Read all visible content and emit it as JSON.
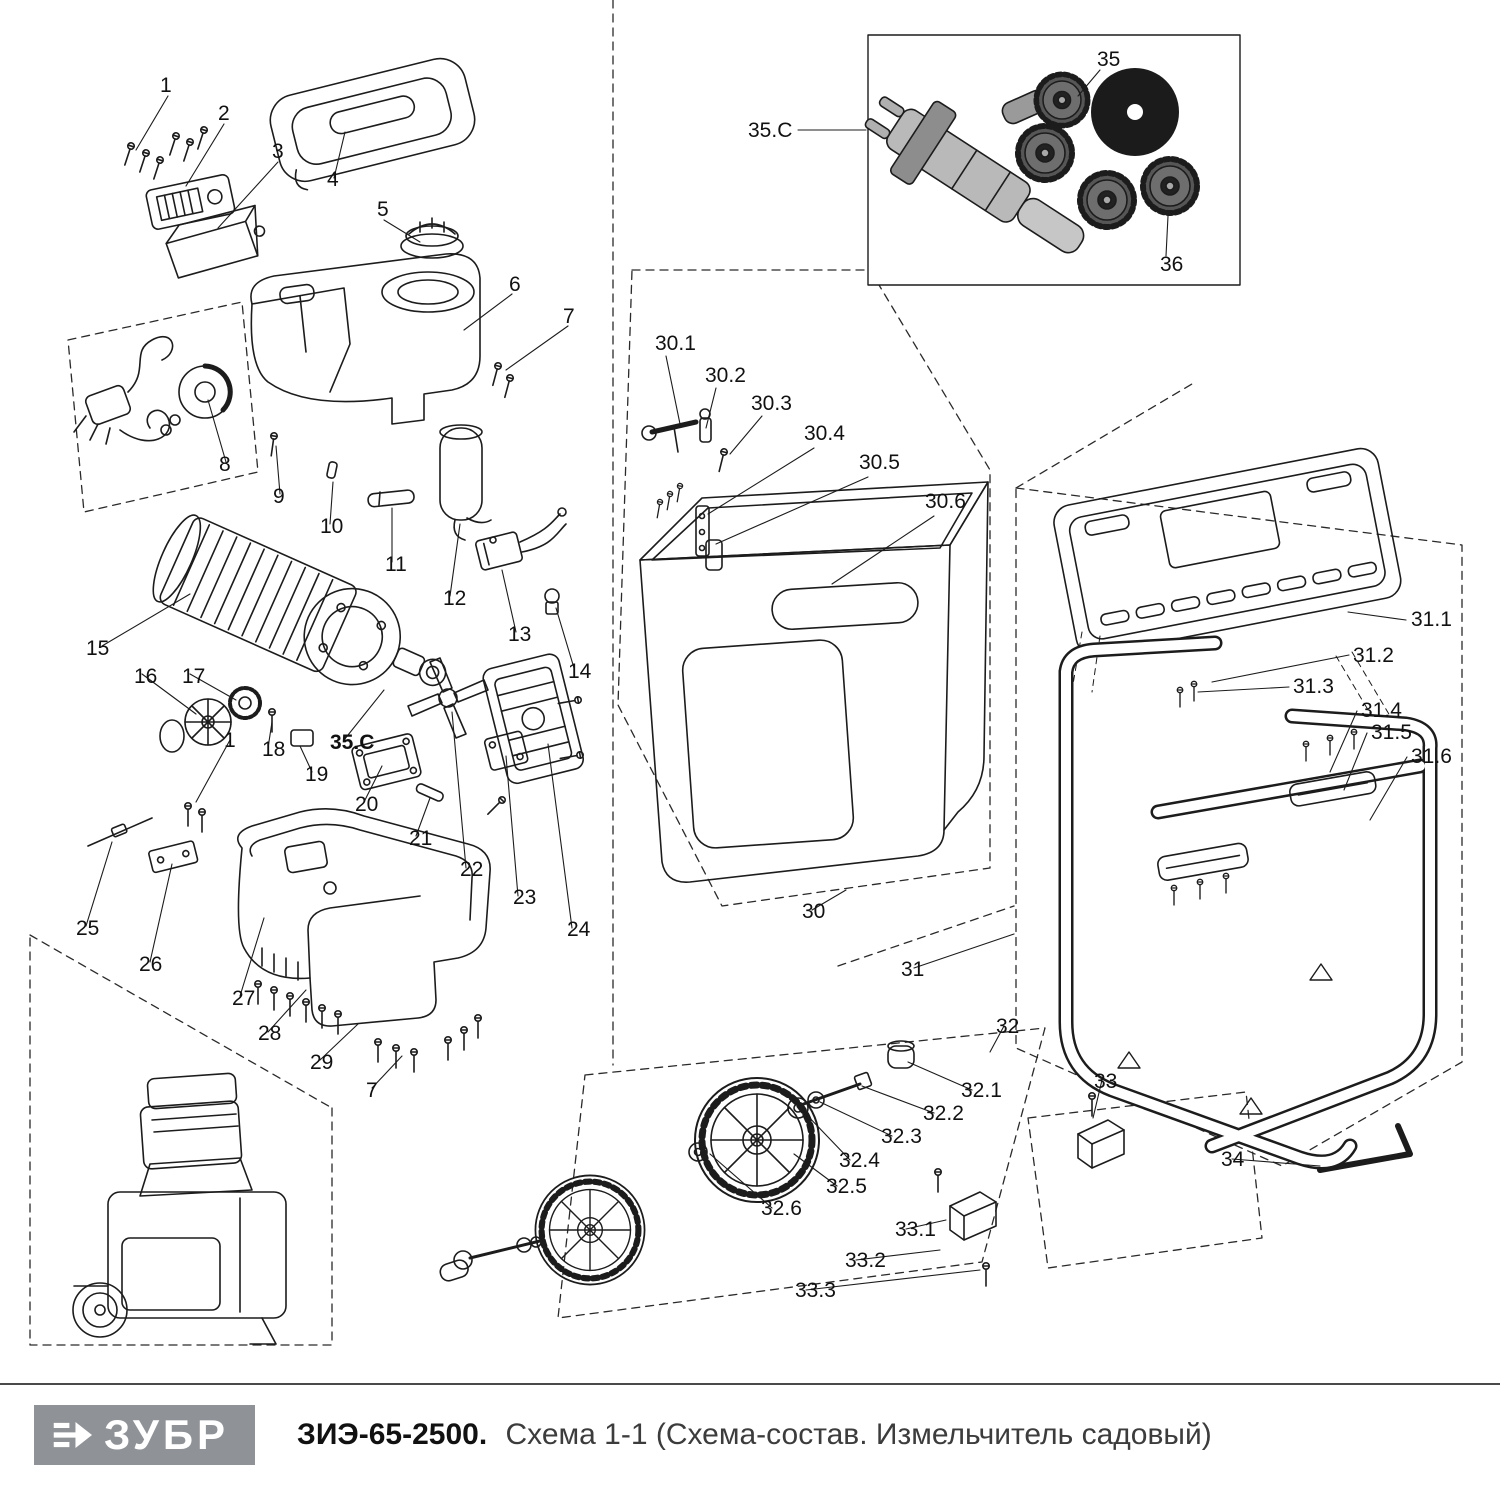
{
  "footer": {
    "brand": "ЗУБР",
    "model": "ЗИЭ-65-2500.",
    "subtitle": "Схема 1-1 (Схема-состав. Измельчитель садовый)"
  },
  "labels": [
    "1",
    "2",
    "3",
    "4",
    "5",
    "6",
    "7",
    "8",
    "9",
    "10",
    "11",
    "12",
    "13",
    "14",
    "15",
    "16",
    "17",
    "18",
    "19",
    "35.C",
    "20",
    "21",
    "22",
    "23",
    "24",
    "1",
    "25",
    "26",
    "27",
    "28",
    "29",
    "7",
    "30.1",
    "30.2",
    "30.3",
    "30.4",
    "30.5",
    "30.6",
    "30",
    "31",
    "32",
    "32.1",
    "32.2",
    "32.3",
    "32.4",
    "32.5",
    "32.6",
    "33",
    "33.1",
    "33.2",
    "33.3",
    "34",
    "31.1",
    "31.2",
    "31.3",
    "31.4",
    "31.5",
    "31.6",
    "35.C",
    "35",
    "36"
  ]
}
